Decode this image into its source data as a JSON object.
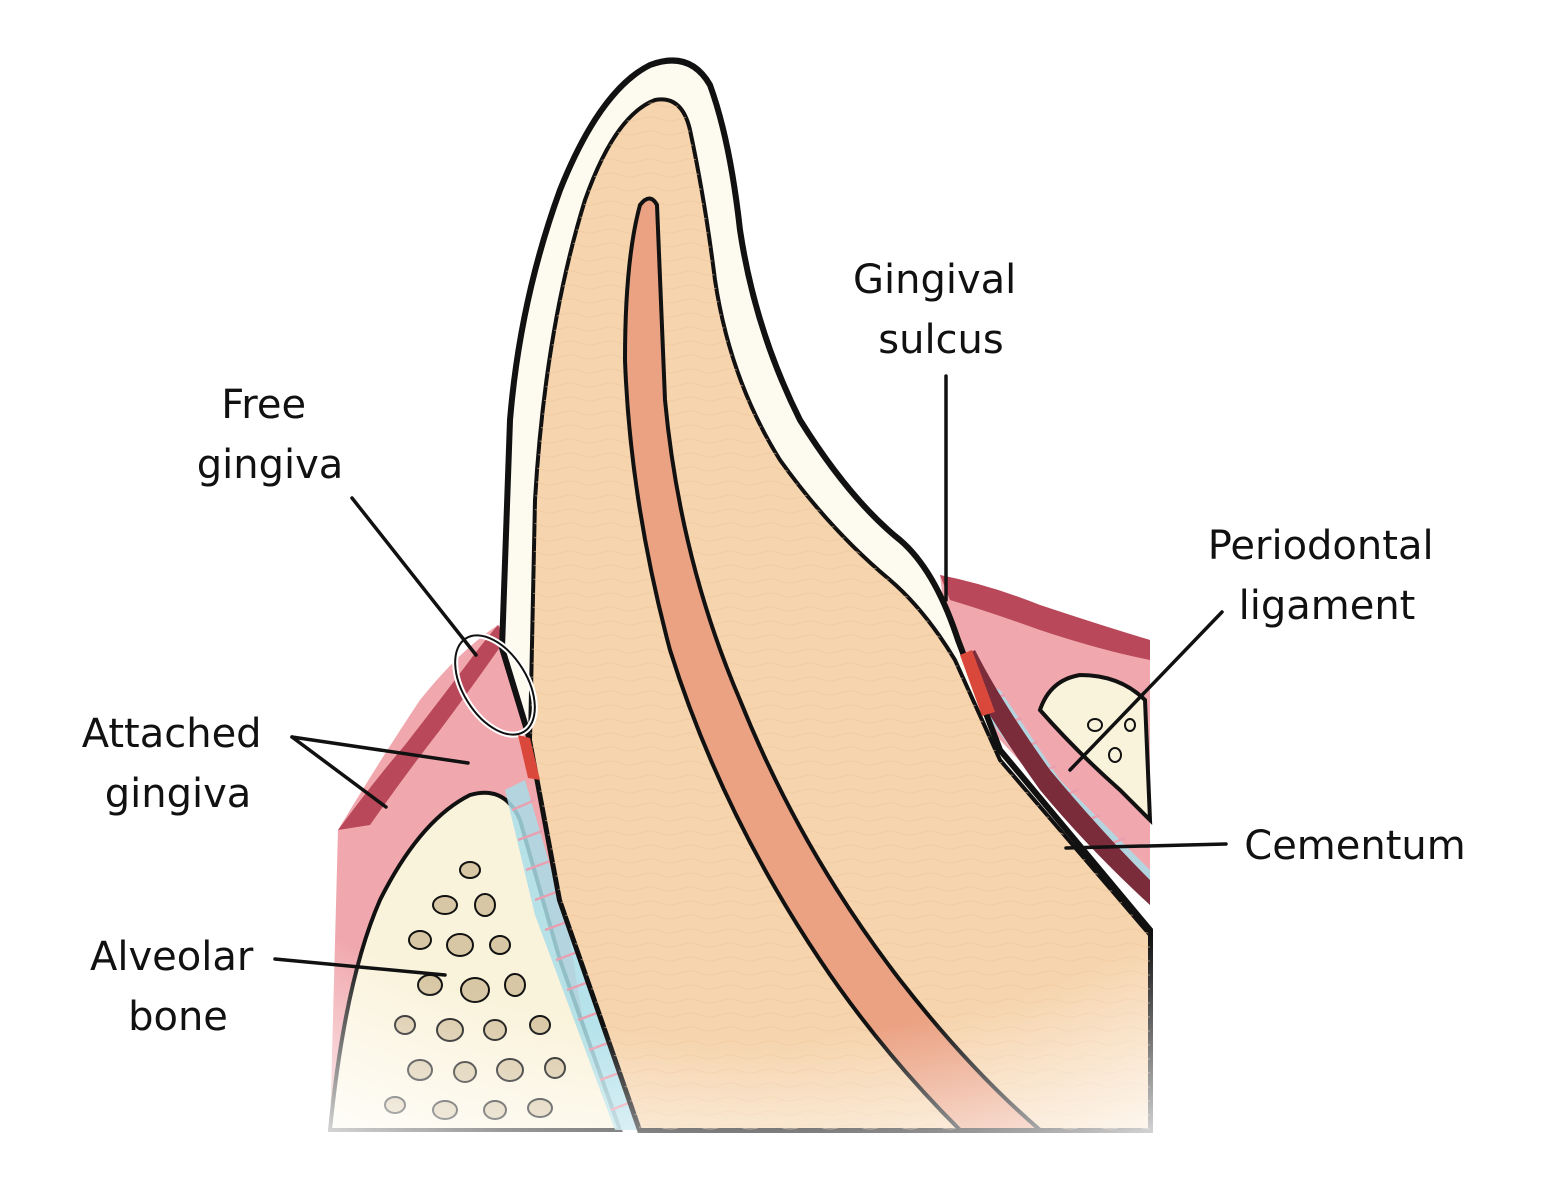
{
  "diagram": {
    "labels": {
      "free_gingiva": [
        "Free",
        "gingiva"
      ],
      "gingival_sulcus": [
        "Gingival",
        "sulcus"
      ],
      "periodontal_ligament": [
        "Periodontal",
        "ligament"
      ],
      "attached_gingiva": [
        "Attached",
        "gingiva"
      ],
      "cementum": [
        "Cementum"
      ],
      "alveolar_bone": [
        "Alveolar",
        "bone"
      ]
    },
    "colors": {
      "enamel": "#fdfaf0",
      "dentin": "#f6d4ad",
      "pulp": "#eba283",
      "gingiva": "#f0a7ad",
      "gingiva_dark": "#b8485a",
      "bone": "#faf3dc",
      "bone_pores": "#d8c7a4",
      "ligament": "#a9dde8",
      "cementum": "#7a2c3a",
      "outline": "#111111"
    }
  }
}
